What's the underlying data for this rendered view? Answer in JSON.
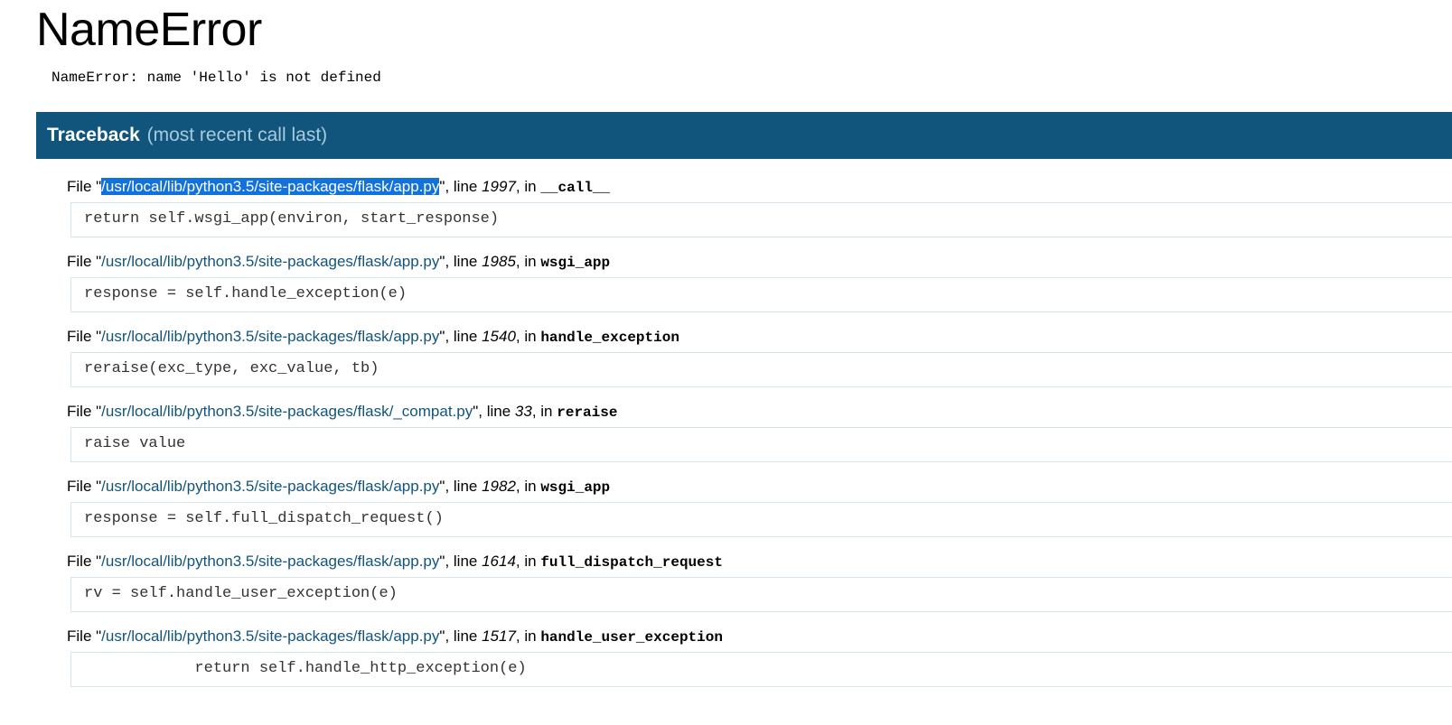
{
  "page": {
    "title": "NameError",
    "exception_summary": "NameError: name 'Hello' is not defined"
  },
  "colors": {
    "header_background": "#11557c",
    "header_subtitle": "#a8cade",
    "filepath": "#11557c",
    "selection_highlight": "#1272dd",
    "source_border": "#d7e5ec",
    "source_text": "#333333",
    "page_background": "#ffffff"
  },
  "traceback": {
    "title": "Traceback",
    "subtitle": "(most recent call last)",
    "labels": {
      "file": "File",
      "quote": "\"",
      "comma_line": ", line ",
      "comma_in": ", in "
    },
    "frames": [
      {
        "file": "/usr/local/lib/python3.5/site-packages/flask/app.py",
        "line": "1997",
        "function": "__call__",
        "source": "return self.wsgi_app(environ, start_response)",
        "selected": true
      },
      {
        "file": "/usr/local/lib/python3.5/site-packages/flask/app.py",
        "line": "1985",
        "function": "wsgi_app",
        "source": "response = self.handle_exception(e)",
        "selected": false
      },
      {
        "file": "/usr/local/lib/python3.5/site-packages/flask/app.py",
        "line": "1540",
        "function": "handle_exception",
        "source": "reraise(exc_type, exc_value, tb)",
        "selected": false
      },
      {
        "file": "/usr/local/lib/python3.5/site-packages/flask/_compat.py",
        "line": "33",
        "function": "reraise",
        "source": "raise value",
        "selected": false
      },
      {
        "file": "/usr/local/lib/python3.5/site-packages/flask/app.py",
        "line": "1982",
        "function": "wsgi_app",
        "source": "response = self.full_dispatch_request()",
        "selected": false
      },
      {
        "file": "/usr/local/lib/python3.5/site-packages/flask/app.py",
        "line": "1614",
        "function": "full_dispatch_request",
        "source": "rv = self.handle_user_exception(e)",
        "selected": false
      },
      {
        "file": "/usr/local/lib/python3.5/site-packages/flask/app.py",
        "line": "1517",
        "function": "handle_user_exception",
        "source": "            return self.handle_http_exception(e)",
        "selected": false
      }
    ]
  }
}
